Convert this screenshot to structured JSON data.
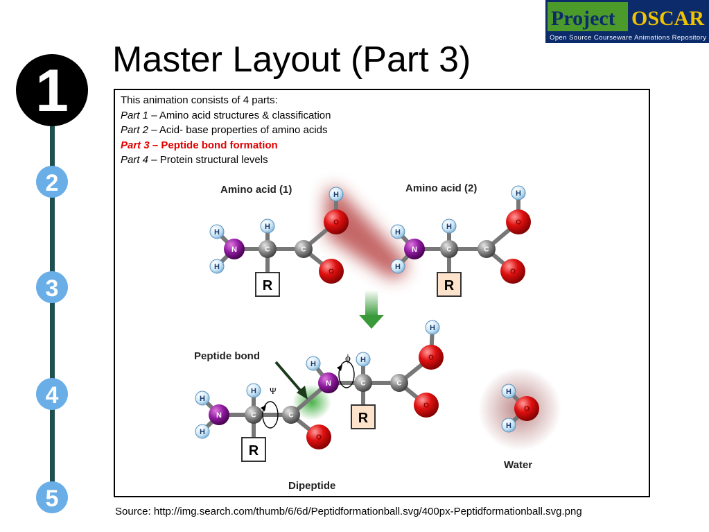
{
  "logo": {
    "word1": "Project",
    "word2": "OSCAR",
    "tagline": "Open Source Courseware Animations Repository",
    "colors": {
      "green": "#4c9a2a",
      "navy": "#0b2b6b",
      "gold": "#f2c300"
    }
  },
  "title": "Master Layout (Part 3)",
  "steps": [
    {
      "number": "1",
      "active": true
    },
    {
      "number": "2",
      "active": false
    },
    {
      "number": "3",
      "active": false
    },
    {
      "number": "4",
      "active": false
    },
    {
      "number": "5",
      "active": false
    }
  ],
  "colors": {
    "rail": "#1f4f4f",
    "step_fill": "#6aaee8",
    "active_fill": "#000000",
    "highlight": "#e00000"
  },
  "description": {
    "intro": "This animation consists of 4 parts:",
    "parts": [
      {
        "label": "Part 1",
        "text": " – Amino acid structures & classification",
        "highlight": false
      },
      {
        "label": "Part 2",
        "text": " – Acid- base properties of amino acids",
        "highlight": false
      },
      {
        "label": "Part 3",
        "text": " – Peptide bond formation",
        "highlight": true
      },
      {
        "label": "Part 4",
        "text": " – Protein structural levels",
        "highlight": false
      }
    ]
  },
  "diagram": {
    "amino_acid_1": "Amino acid (1)",
    "amino_acid_2": "Amino acid (2)",
    "peptide_bond": "Peptide bond",
    "dipeptide": "Dipeptide",
    "water": "Water",
    "phi": "ϕ",
    "psi": "Ψ",
    "atoms": {
      "H": "H",
      "N": "N",
      "C": "C",
      "O": "O",
      "R": "R"
    }
  },
  "source": "Source: http://img.search.com/thumb/6/6d/Peptidformationball.svg/400px-Peptidformationball.svg.png"
}
